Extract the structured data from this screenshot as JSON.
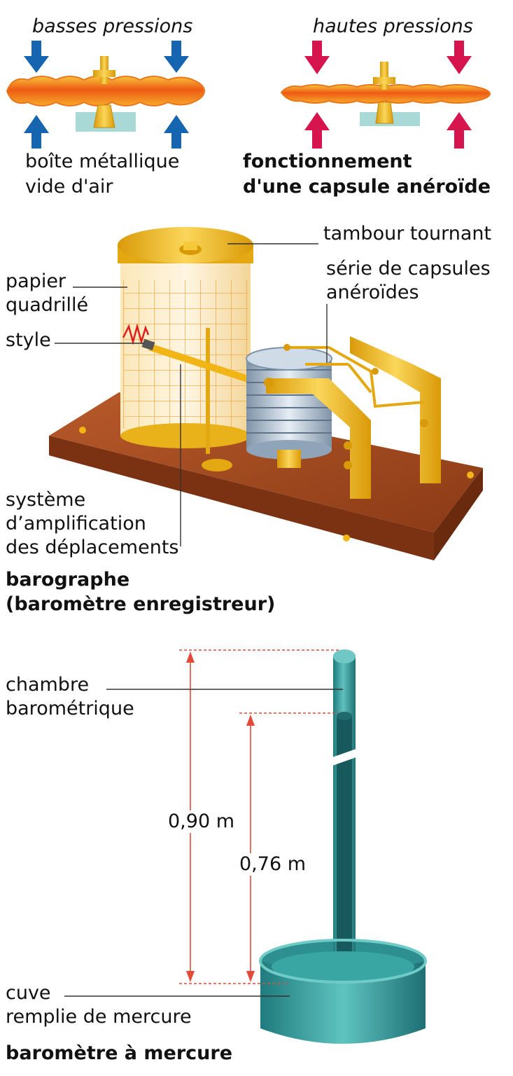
{
  "capsule": {
    "low_pressure": "basses pressions",
    "high_pressure": "hautes pressions",
    "box_line1": "boîte métallique",
    "box_line2": "vide d'air",
    "title_line1": "fonctionnement",
    "title_line2": "d'une capsule anéroïde",
    "colors": {
      "low_arrow": "#1565b0",
      "high_arrow": "#d6154e",
      "capsule": "#f07a1a"
    }
  },
  "barograph": {
    "drum": "tambour tournant",
    "capsules_line1": "série de capsules",
    "capsules_line2": "anéroïdes",
    "paper_line1": "papier",
    "paper_line2": "quadrillé",
    "stylus": "style",
    "amp_line1": "système",
    "amp_line2": "d’amplification",
    "amp_line3": "des déplacements",
    "title_line1": "barographe",
    "title_line2": "(baromètre enregistreur)",
    "colors": {
      "base": "#a0481e",
      "metal": "#f2b516",
      "stack": "#9fb4c8",
      "trace": "#e21b1b"
    }
  },
  "mercury": {
    "chamber_line1": "chambre",
    "chamber_line2": "barométrique",
    "total_height": "0,90 m",
    "mercury_height": "0,76 m",
    "tank_line1": "cuve",
    "tank_line2": "remplie de mercure",
    "title": "baromètre à mercure",
    "colors": {
      "glass": "#2f9b9b",
      "measure": "#e24b3a"
    }
  }
}
